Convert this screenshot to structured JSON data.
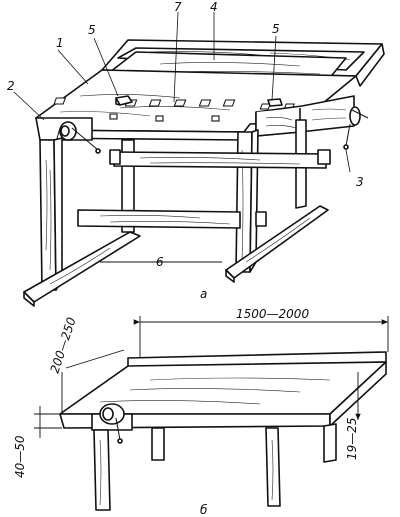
{
  "part_a": {
    "caption": "а",
    "callouts": [
      "1",
      "2",
      "3",
      "4",
      "5",
      "5",
      "6",
      "7"
    ]
  },
  "part_b": {
    "caption": "б",
    "dimensions": {
      "length": "1500—2000",
      "width": "200—250",
      "top_thickness": "40—50",
      "rail_height": "19—25"
    }
  }
}
